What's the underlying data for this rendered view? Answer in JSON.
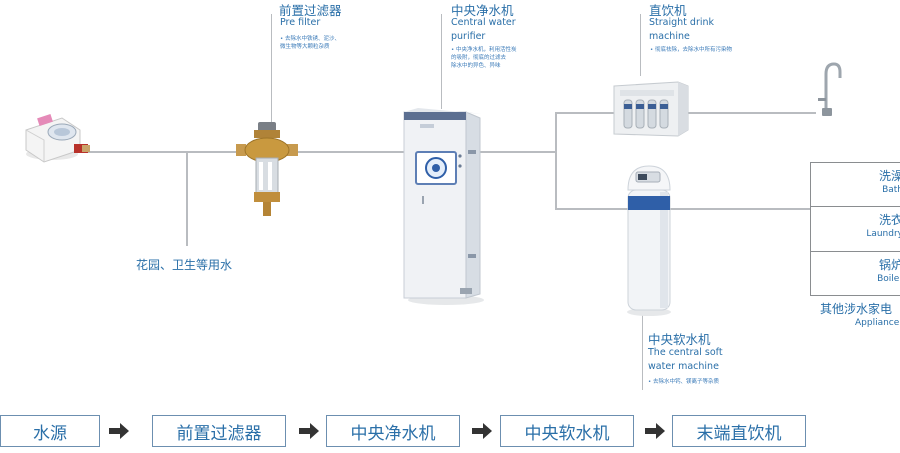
{
  "pre_filter": {
    "title": "前置过滤器",
    "english": "Pre filter",
    "note": "• 去除水中铁锈、泥沙、\n  微生物等大颗粒杂质"
  },
  "central_purifier": {
    "title": "中央净水机",
    "english": "Central water\npurifier",
    "note": "• 中央净水机，利用活性炭\n  的吸附，彻底的过滤去\n  除水中的异色、异味"
  },
  "drink_machine": {
    "title": "直饮机",
    "english": "Straight drink\nmachine",
    "note": "• 彻底祛除，去除水中所有污染物"
  },
  "softener": {
    "title": "中央软水机",
    "english": "The central soft\nwater machine",
    "note": "• 去除水中钙、镁离子等杂质"
  },
  "garden_label": "花园、卫生等用水",
  "appliances": {
    "items": [
      {
        "cn": "洗澡",
        "en": "Bath"
      },
      {
        "cn": "洗衣",
        "en": "Laundry"
      },
      {
        "cn": "锅炉",
        "en": "Boiler"
      }
    ],
    "title_cn": "其他涉水家电",
    "title_en": "Appliance"
  },
  "flow_steps": [
    "水源",
    "前置过滤器",
    "中央净水机",
    "中央软水机",
    "末端直饮机"
  ],
  "colors": {
    "accent": "#2a6fa8",
    "pipe": "#b9bcc0",
    "box_border": "#6c8fb0"
  }
}
